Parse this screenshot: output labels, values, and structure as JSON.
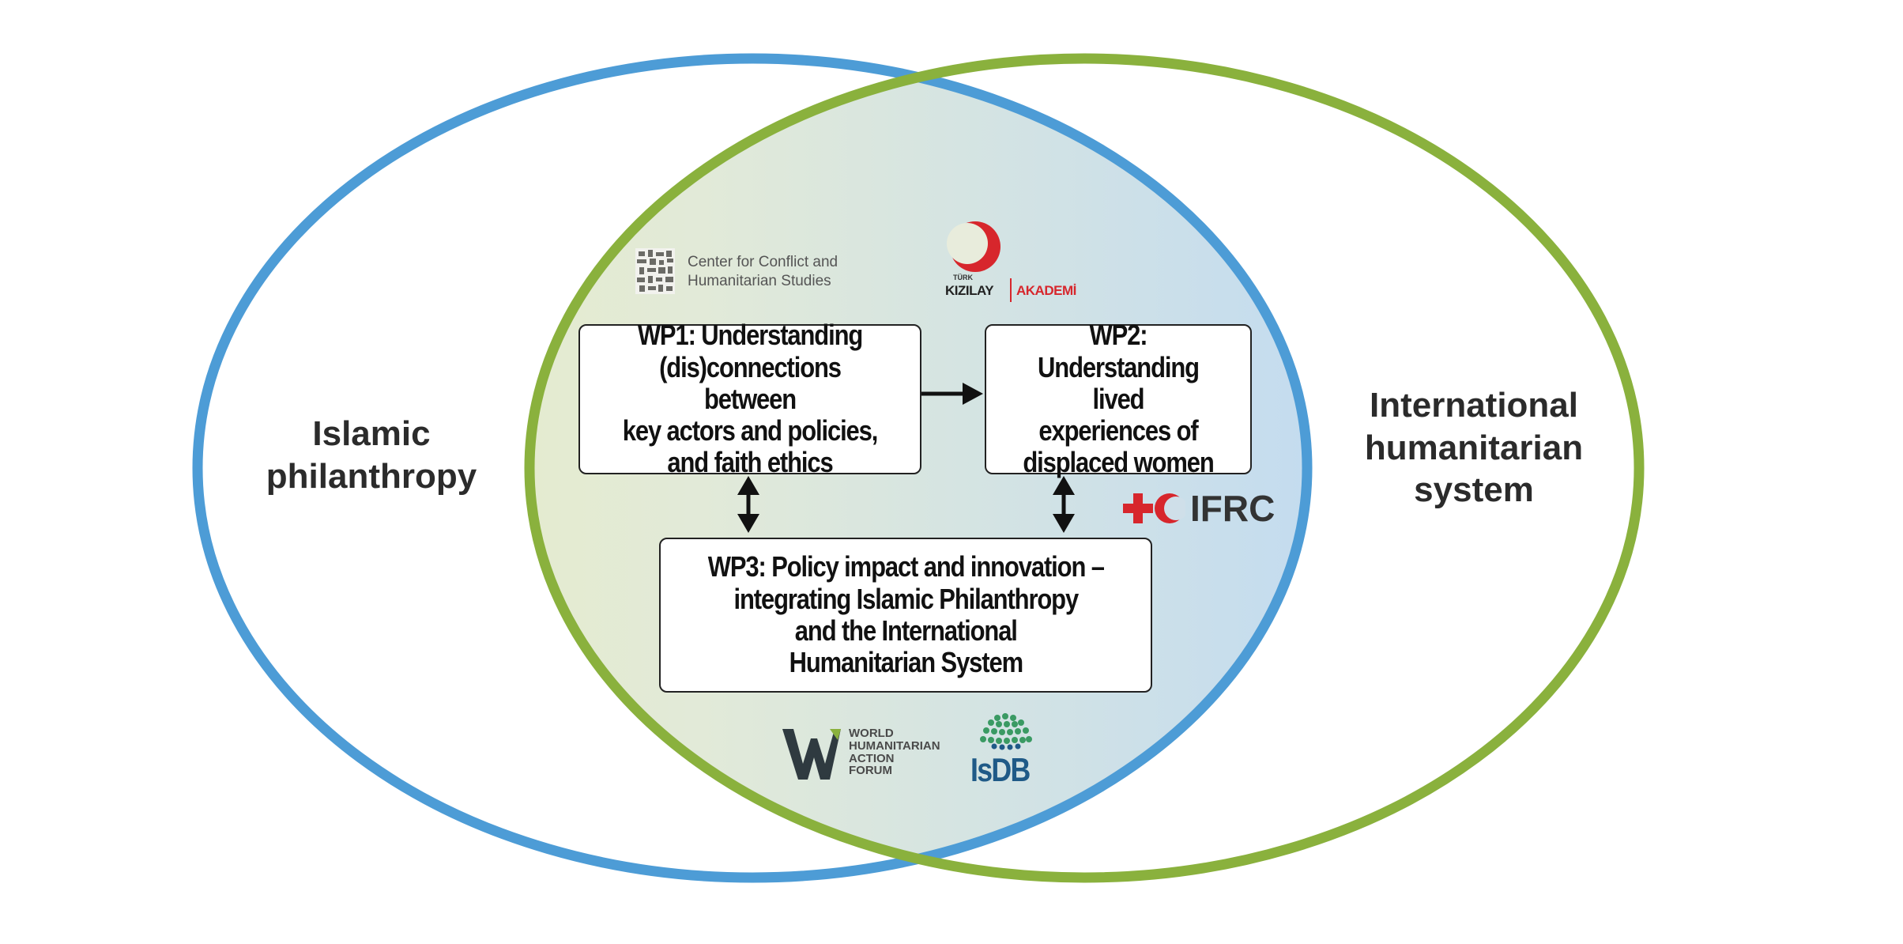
{
  "circles": {
    "left_label": "Islamic\nphilanthropy",
    "right_label": "International\nhumanitarian\nsystem"
  },
  "colors": {
    "left_circle": "#4d9cd6",
    "right_circle": "#8ab13d",
    "overlap_left": "#e7ecc2",
    "overlap_right": "#c9dff0",
    "ifrc_red": "#d7262c",
    "isdb_blue": "#1f5a87",
    "isdb_green": "#3a9a63"
  },
  "work_packages": {
    "wp1": "WP1: Understanding\n(dis)connections  between\nkey actors and policies,\nand faith ethics",
    "wp2": "WP2:\nUnderstanding lived\nexperiences of\ndisplaced women",
    "wp3": "WP3: Policy impact and innovation –\nintegrating Islamic Philanthropy\nand the International\nHumanitarian System"
  },
  "logos": {
    "cchs": {
      "icon": "cchs-mark-icon",
      "text": "Center for Conflict and\nHumanitarian Studies"
    },
    "kizilay": {
      "icon": "red-crescent-icon",
      "small": "TÜRK",
      "name": "KIZILAY",
      "suffix": "AKADEMİ"
    },
    "ifrc": {
      "icon": "cross-crescent-icon",
      "text": "IFRC"
    },
    "whaf": {
      "icon": "whaf-w-icon",
      "text": "WORLD\nHUMANITARIAN\nACTION\nFORUM"
    },
    "isdb": {
      "icon": "isdb-globe-icon",
      "text": "IsDB"
    }
  }
}
